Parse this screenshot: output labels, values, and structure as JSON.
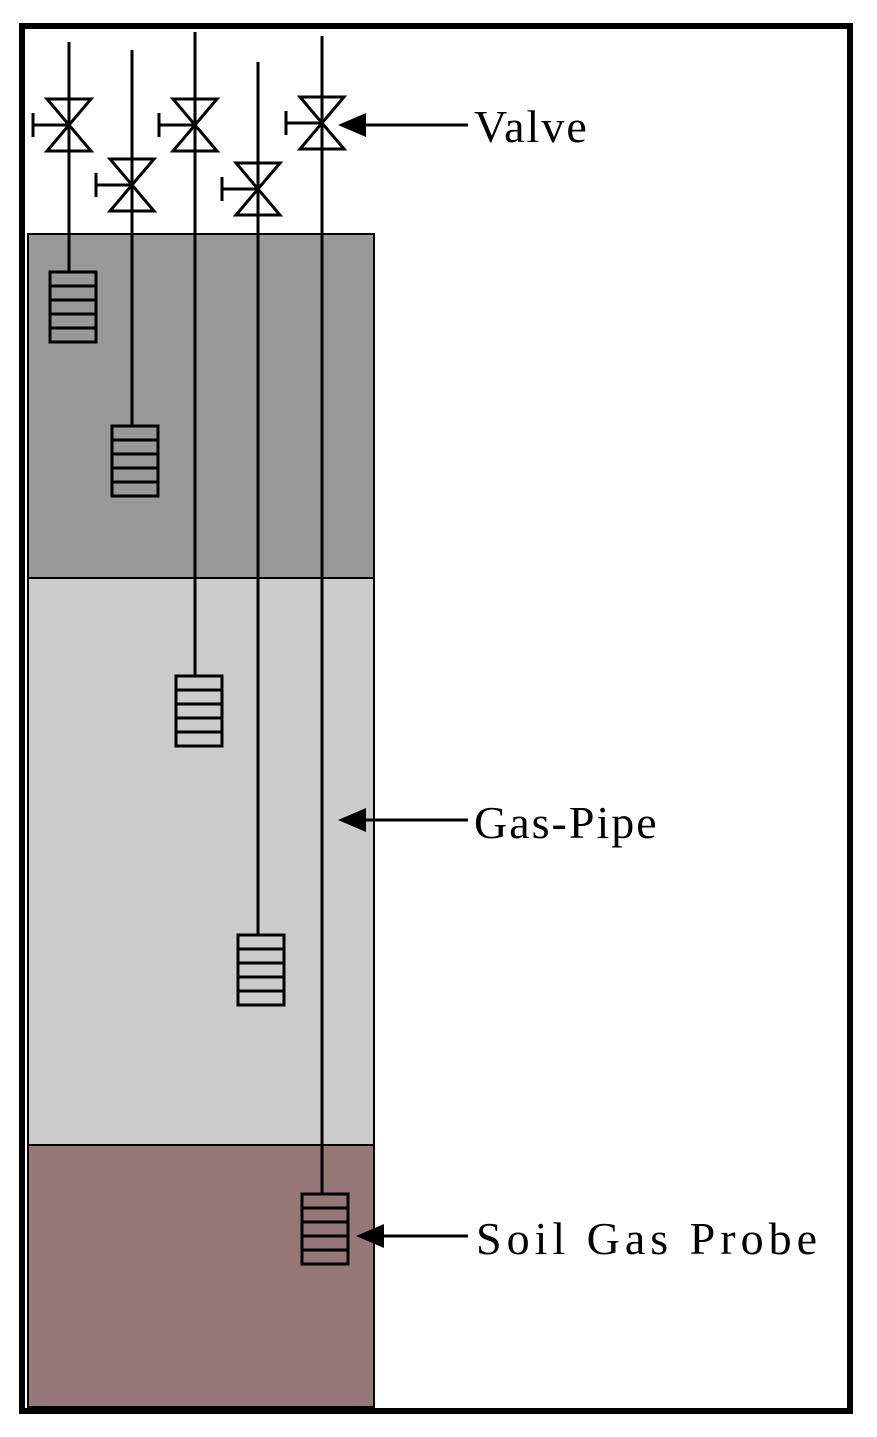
{
  "labels": {
    "valve": "Valve",
    "gas_pipe": "Gas-Pipe",
    "soil_gas_probe": "Soil Gas Probe"
  },
  "colors": {
    "frame": "#000000",
    "layer_top": "#999999",
    "layer_middle": "#cccccc",
    "layer_bottom": "#967878",
    "background": "#ffffff"
  },
  "icons": {
    "valve": "valve-icon",
    "probe": "soil-gas-probe-icon",
    "arrow": "arrow-left-icon"
  }
}
